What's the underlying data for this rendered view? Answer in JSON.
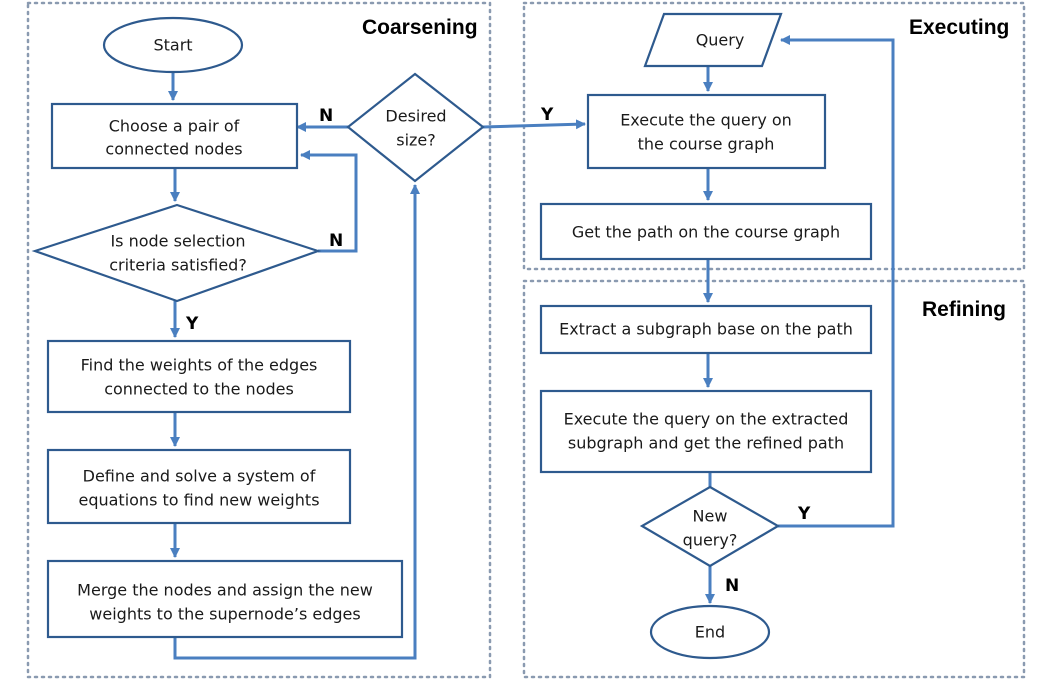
{
  "sections": {
    "coarsening": "Coarsening",
    "executing": "Executing",
    "refining": "Refining"
  },
  "nodes": {
    "start": "Start",
    "choose_pair": [
      "Choose a pair of",
      "connected nodes"
    ],
    "desired_size": [
      "Desired",
      "size?"
    ],
    "criteria": [
      "Is node selection",
      "criteria satisfied?"
    ],
    "find_weights": [
      "Find the weights of the edges",
      "connected to the nodes"
    ],
    "define_solve": [
      "Define and solve a system of",
      "equations to find new weights"
    ],
    "merge": [
      "Merge the nodes and assign the new",
      "weights to the supernode’s edges"
    ],
    "query": "Query",
    "execute_coarse": [
      "Execute the query on",
      "the course graph"
    ],
    "get_path": "Get the path on the course graph",
    "extract_subgraph": "Extract a subgraph base on the path",
    "execute_refined": [
      "Execute the query on the extracted",
      "subgraph and get the refined path"
    ],
    "new_query": [
      "New",
      "query?"
    ],
    "end": "End"
  },
  "edge_labels": {
    "desired_no": "N",
    "desired_yes": "Y",
    "criteria_no": "N",
    "criteria_yes": "Y",
    "new_query_yes": "Y",
    "new_query_no": "N"
  },
  "colors": {
    "region_border": "#8a9ab0",
    "shape_border": "#2e5a8e",
    "connector": "#4a7fc0"
  }
}
